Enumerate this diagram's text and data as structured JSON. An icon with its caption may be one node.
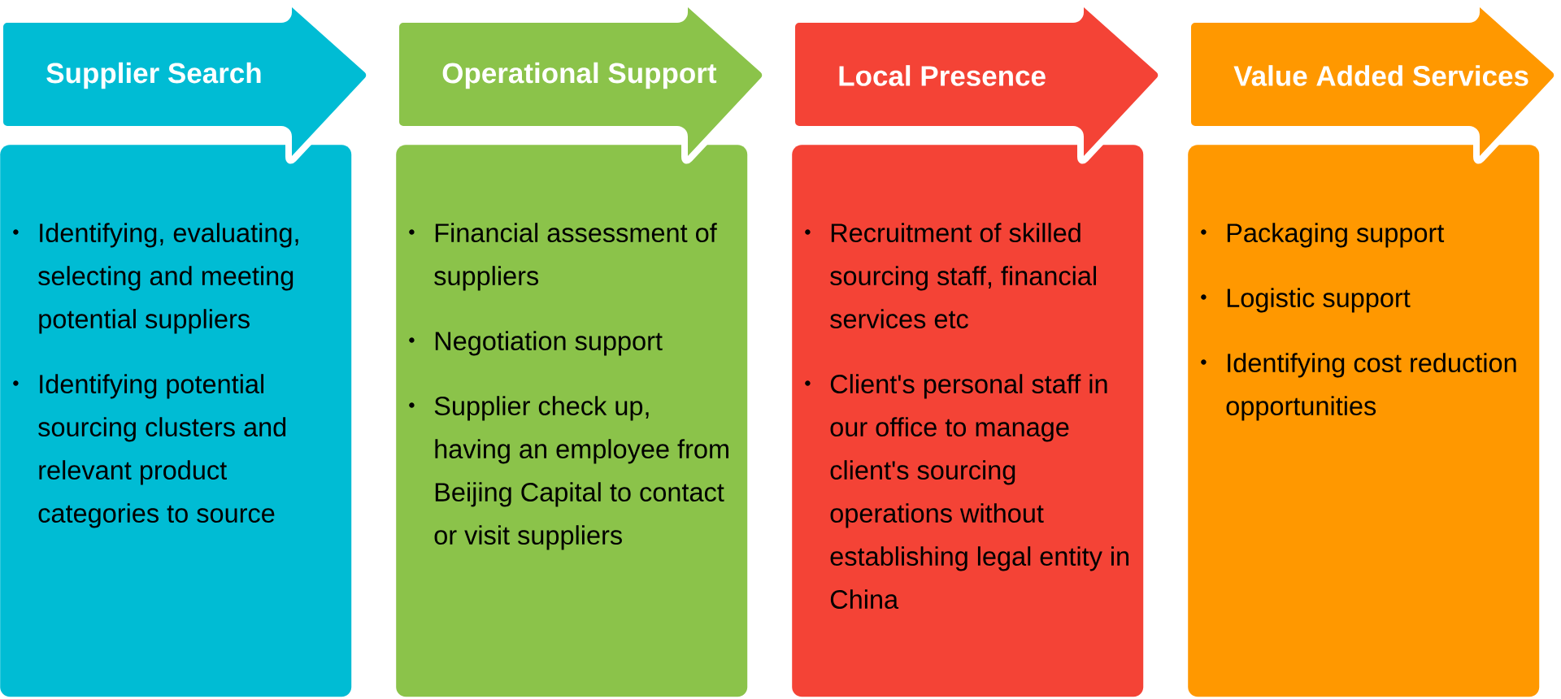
{
  "diagram": {
    "nodes": [
      {
        "text": [
          "Supplier Search"
        ]
      },
      {
        "text": [
          "Identifying, evaluating, selecting and meeting potential suppliers",
          "Identifying potential sourcing clusters and relevant product categories to source"
        ]
      },
      {
        "text": [
          "Operational Support"
        ]
      },
      {
        "text": [
          "Financial assessment of suppliers",
          "Negotiation support",
          "Supplier check up, having an employee from Beijing Capital to contact or visit suppliers"
        ]
      },
      {
        "text": [
          "Local Presence"
        ]
      },
      {
        "text": [
          "Recruitment of skilled sourcing staff, financial services etc",
          "Client's personal staff in our office to manage client's sourcing operations without establishing legal entity in China"
        ]
      },
      {
        "text": [
          "Value Added Services"
        ]
      },
      {
        "text": [
          "Packaging support",
          "Logistic support",
          "Identifying cost reduction opportunities"
        ]
      }
    ]
  }
}
